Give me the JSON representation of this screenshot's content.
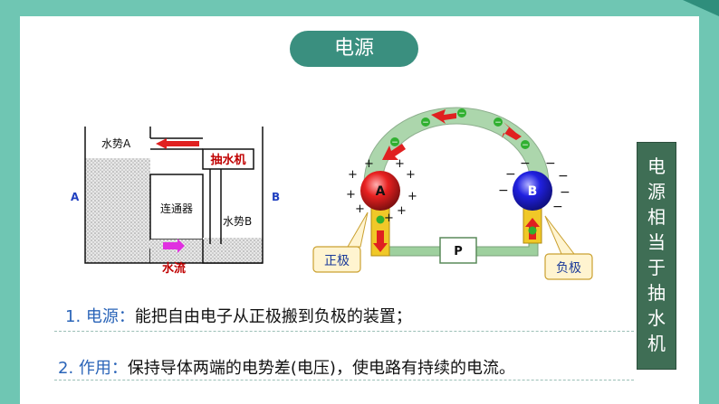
{
  "title": "电源",
  "water_diagram": {
    "label_a": "A",
    "label_b": "B",
    "water_level_a": "水势A",
    "water_level_b": "水势B",
    "pump": "抽水机",
    "connector": "连通器",
    "water_flow": "水流"
  },
  "circuit_diagram": {
    "sphere_a": "A",
    "sphere_b": "B",
    "resistor": "P",
    "positive_pole": "正极",
    "negative_pole": "负极",
    "electron_symbol": "−"
  },
  "side_label": "电源相当于抽水机",
  "points": [
    {
      "label": "1. 电源：",
      "text": "能把自由电子从正极搬到负极的装置；"
    },
    {
      "label": "2. 作用：",
      "text": "保持导体两端的电势差(电压)，使电路有持续的电流。"
    }
  ],
  "colors": {
    "background": "#6fc6b3",
    "title_pill": "#3a8f7f",
    "side_box": "#3f6e55",
    "label_blue": "#2a64b8"
  }
}
